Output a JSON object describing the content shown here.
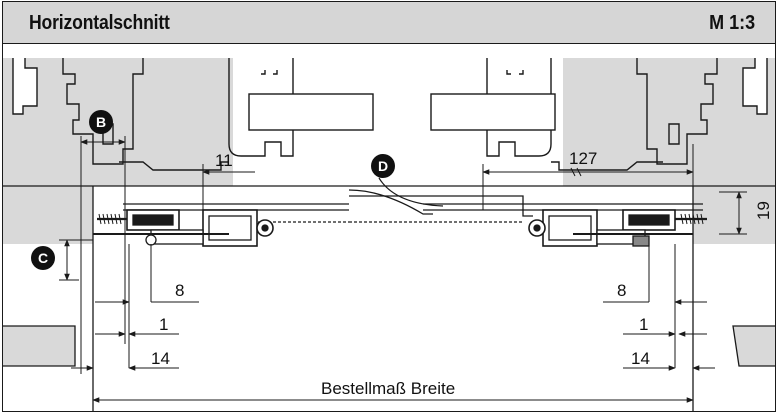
{
  "header": {
    "title": "Horizontalschnitt",
    "scale": "M 1:3"
  },
  "colors": {
    "header_bg": "#d6d6d6",
    "profile_fill": "#d9d9d9",
    "line": "#1a1a1a",
    "marker_bg": "#111111"
  },
  "markers": {
    "b": "B",
    "c": "C",
    "d": "D"
  },
  "dimensions": {
    "top_left": "11",
    "top_right": "127",
    "vertical_right": "19",
    "left_8": "8",
    "left_1": "1",
    "left_14": "14",
    "right_8": "8",
    "right_1": "1",
    "right_14": "14",
    "order_width": "Bestellmaß Breite"
  },
  "icons": [
    "screw-icon",
    "roller-icon",
    "leader-arrow-icon"
  ]
}
